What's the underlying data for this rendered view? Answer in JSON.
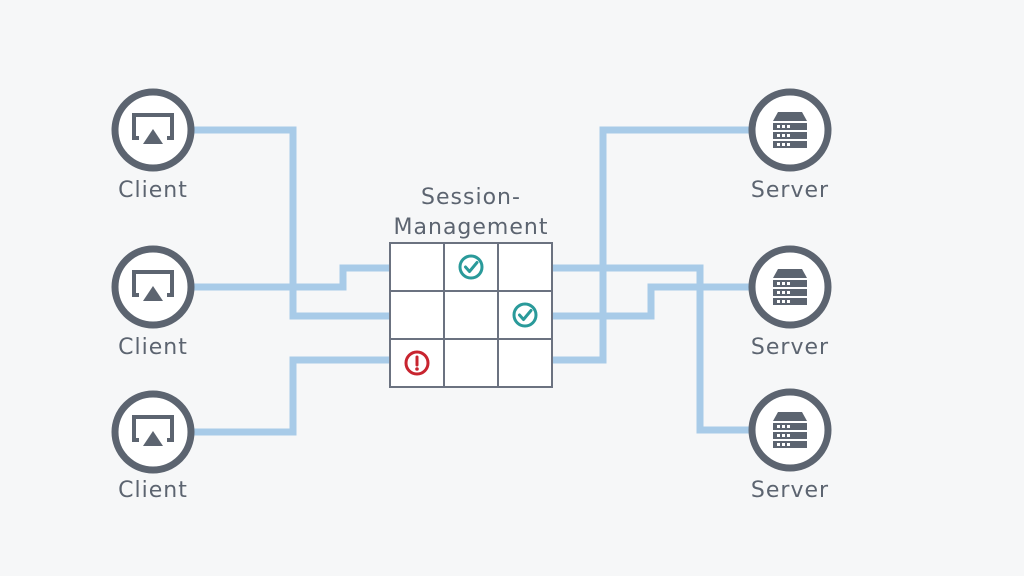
{
  "colors": {
    "background": "#f6f7f8",
    "connector": "#a8cbe8",
    "node_stroke": "#5c6470",
    "grid_stroke": "#6b7280",
    "ok": "#2a9a9a",
    "error": "#c8242f"
  },
  "clients": [
    {
      "label": "Client",
      "icon": "screen-cast-icon"
    },
    {
      "label": "Client",
      "icon": "screen-cast-icon"
    },
    {
      "label": "Client",
      "icon": "screen-cast-icon"
    }
  ],
  "servers": [
    {
      "label": "Server",
      "icon": "server-rack-icon"
    },
    {
      "label": "Server",
      "icon": "server-rack-icon"
    },
    {
      "label": "Server",
      "icon": "server-rack-icon"
    }
  ],
  "session_management": {
    "title_line1": "Session-",
    "title_line2": "Management",
    "rows": 3,
    "cols": 3,
    "cells": [
      {
        "row": 0,
        "col": 1,
        "status": "ok",
        "icon": "check-circle-icon"
      },
      {
        "row": 1,
        "col": 2,
        "status": "ok",
        "icon": "check-circle-icon"
      },
      {
        "row": 2,
        "col": 0,
        "status": "error",
        "icon": "exclamation-circle-icon"
      }
    ]
  }
}
